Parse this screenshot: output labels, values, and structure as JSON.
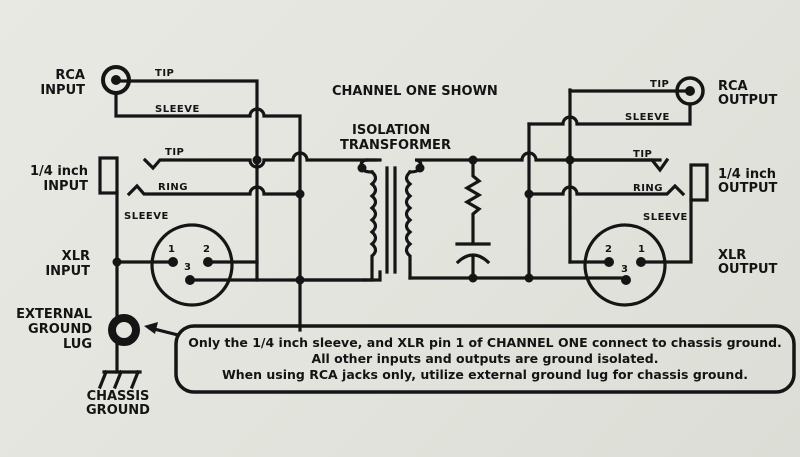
{
  "title": "CHANNEL ONE SHOWN",
  "transformer_label": [
    "ISOLATION",
    "TRANSFORMER"
  ],
  "inputs": {
    "rca": [
      "RCA",
      "INPUT"
    ],
    "quarter_inch": [
      "1/4 inch",
      "INPUT"
    ],
    "xlr": [
      "XLR",
      "INPUT"
    ]
  },
  "outputs": {
    "rca": [
      "RCA",
      "OUTPUT"
    ],
    "quarter_inch": [
      "1/4 inch",
      "OUTPUT"
    ],
    "xlr": [
      "XLR",
      "OUTPUT"
    ]
  },
  "wire_labels": {
    "tip": "TIP",
    "sleeve": "SLEEVE",
    "ring": "RING"
  },
  "xlr_pins": [
    "1",
    "2",
    "3"
  ],
  "ground": {
    "lug": [
      "EXTERNAL",
      "GROUND",
      "LUG"
    ],
    "chassis": [
      "CHASSIS",
      "GROUND"
    ]
  },
  "note": [
    "Only the 1/4 inch sleeve, and XLR pin 1 of CHANNEL ONE connect to chassis ground.",
    "All other inputs and outputs are ground isolated.",
    "When using RCA jacks only, utilize external ground lug for chassis ground."
  ]
}
